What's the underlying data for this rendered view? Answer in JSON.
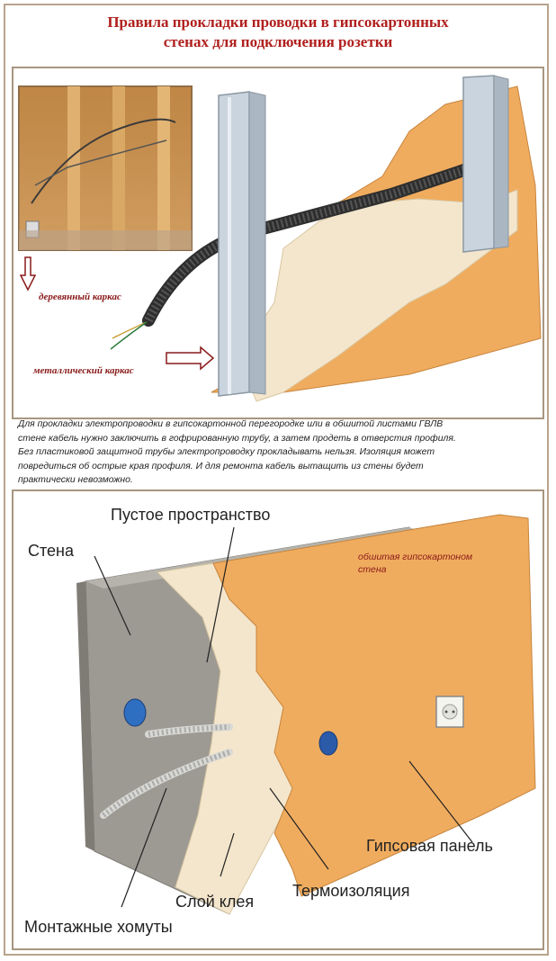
{
  "title": {
    "line1": "Правила прокладки проводки в гипсокартонных",
    "line2": "стенах для подключения розетки"
  },
  "top_diagram": {
    "label_wood_frame": "деревянный каркас",
    "label_metal_frame": "металлический каркас"
  },
  "caption": {
    "line1": " Для прокладки электропроводки в гипсокартонной перегородке или в обшитой листами ГВЛВ",
    "line2": "стене кабель нужно заключить в гофрированную трубу, а затем продеть в отверстия профиля.",
    "line3": "Без пластиковой защитной трубы электропроводку прокладывать нельзя. Изоляция может",
    "line4": "повредиться об острые края профиля. И для ремонта кабель вытащить из стены будет",
    "line5": "практически невозможно."
  },
  "bottom_diagram": {
    "label_void": "Пустое пространство",
    "label_wall": "Стена",
    "label_sheathed_1": "обшитая гипсокартоном",
    "label_sheathed_2": "стена",
    "label_gypsum_panel": "Гипсовая панель",
    "label_insulation": "Термоизоляция",
    "label_glue": "Слой клея",
    "label_clamps": "Монтажные хомуты"
  },
  "colors": {
    "title_red": "#b0201e",
    "frame_border": "#a89680",
    "drywall_orange": "#f0ac5e",
    "concrete_gray": "#9d9a93",
    "insulation_cream": "#f3e6cc",
    "metal_profile": "#c9d4de"
  }
}
